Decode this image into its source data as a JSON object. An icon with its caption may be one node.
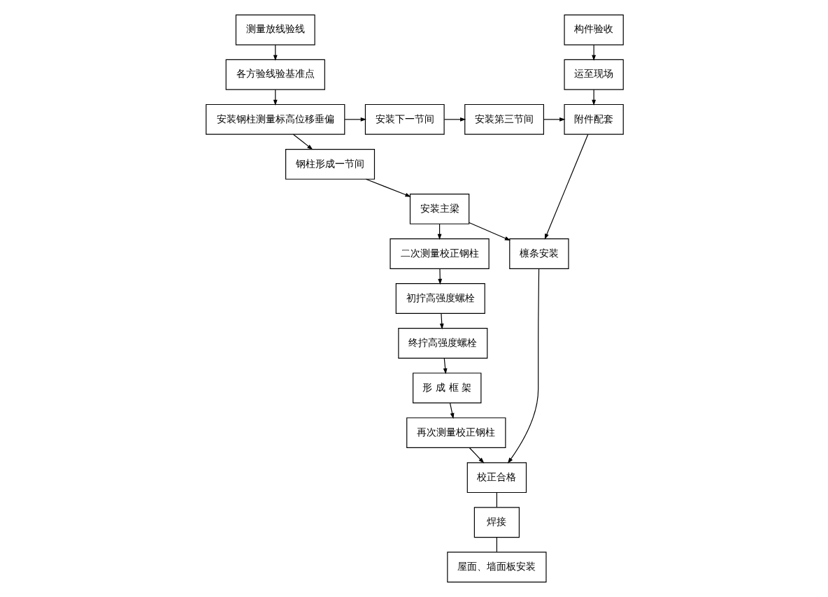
{
  "diagram": {
    "nodes": [
      {
        "text": [
          "测量放线验线"
        ]
      },
      {
        "text": [
          "各方验线验基准点"
        ]
      },
      {
        "text": [
          "安装钢柱测量标高位移垂偏"
        ]
      },
      {
        "text": [
          "钢柱形成一节间"
        ]
      },
      {
        "text": [
          "安装主梁"
        ]
      },
      {
        "text": [
          "二次测量校正钢柱"
        ]
      },
      {
        "text": [
          "初拧高强度螺栓"
        ]
      },
      {
        "text": [
          "终拧高强度螺栓"
        ]
      },
      {
        "text": [
          "形 成 框 架"
        ]
      },
      {
        "text": [
          "再次测量校正钢柱"
        ]
      },
      {
        "text": [
          "安装下一节间"
        ]
      },
      {
        "text": [
          "安装第三节间"
        ]
      },
      {
        "text": [
          "构件验收"
        ]
      },
      {
        "text": [
          "运至现场"
        ]
      },
      {
        "text": [
          "附件配套"
        ]
      },
      {
        "text": [
          "檩条安装"
        ]
      },
      {
        "text": [
          "校正合格"
        ]
      },
      {
        "text": [
          "焊接"
        ]
      },
      {
        "text": [
          "屋面、墙面板安装"
        ]
      }
    ],
    "edges": [
      {
        "from": 0,
        "to": 1,
        "arrow": "to"
      },
      {
        "from": 1,
        "to": 2,
        "arrow": "to"
      },
      {
        "from": 2,
        "to": 3,
        "arrow": "to"
      },
      {
        "from": 3,
        "to": 4,
        "arrow": "to"
      },
      {
        "from": 4,
        "to": 5,
        "arrow": "to"
      },
      {
        "from": 5,
        "to": 6,
        "arrow": "to"
      },
      {
        "from": 6,
        "to": 7,
        "arrow": "to"
      },
      {
        "from": 7,
        "to": 8,
        "arrow": "to"
      },
      {
        "from": 8,
        "to": 9,
        "arrow": "to"
      },
      {
        "from": 2,
        "to": 10,
        "arrow": "to"
      },
      {
        "from": 10,
        "to": 11,
        "arrow": "to"
      },
      {
        "from": 11,
        "to": 14,
        "arrow": "to"
      },
      {
        "from": 12,
        "to": 13,
        "arrow": "to"
      },
      {
        "from": 13,
        "to": 14,
        "arrow": "to"
      },
      {
        "from": 14,
        "to": 15,
        "arrow": "to"
      },
      {
        "from": 4,
        "to": 15,
        "arrow": "to"
      },
      {
        "from": 15,
        "to": 16,
        "arrow": "to"
      },
      {
        "from": 9,
        "to": 16,
        "arrow": "to"
      },
      {
        "from": 16,
        "to": 17,
        "arrow": "none"
      },
      {
        "from": 17,
        "to": 18,
        "arrow": "none"
      }
    ]
  }
}
